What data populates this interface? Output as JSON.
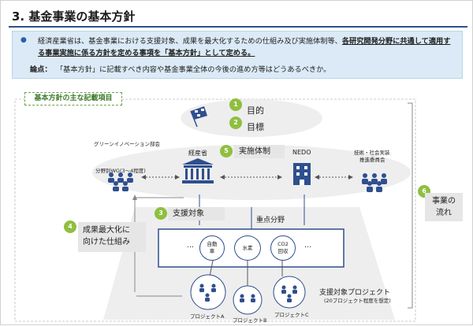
{
  "title": "3. 基金事業の基本方針",
  "summary": {
    "bullet": "●",
    "text_plain": "経済産業省は、基金事業における支援対象、成果を最大化するための仕組み及び実施体制等、",
    "text_bold": "各研究開発分野に共通して適用する事業実施に係る方針を定める事項を「基本方針」として定める。",
    "issue_label": "論点：",
    "issue_text": "「基本方針」に記載すべき内容や基金事業全体の今後の進め方等はどうあるべきか。"
  },
  "diagram": {
    "box_label": "基本方針の主な記載項目",
    "items": [
      {
        "num": "1",
        "label": "目的"
      },
      {
        "num": "2",
        "label": "目標"
      },
      {
        "num": "3",
        "label": "支援対象"
      },
      {
        "num": "4",
        "label": "成果最大化に向けた仕組み"
      },
      {
        "num": "5",
        "label": "実施体制"
      },
      {
        "num": "6",
        "label": "事業の流れ"
      }
    ],
    "item4_line1": "成果最大化に",
    "item4_line2": "向けた仕組み",
    "item6_line1": "事業の",
    "item6_line2": "流れ",
    "green_council": "グリーンイノベーション部会",
    "wg": "分野別WG(3〜4程度)",
    "meti": "経産省",
    "nedo": "NEDO",
    "committee_line1": "技術・社会実装",
    "committee_line2": "推進委員会",
    "priority": "重点分野",
    "nodes": {
      "auto": "自動\n車",
      "hydrogen": "水素",
      "co2": "CO2\n回収",
      "dots": "…"
    },
    "support_projects": "支援対象プロジェクト",
    "support_projects_note": "(20プロジェクト程度を想定)",
    "projects": [
      "プロジェクトA",
      "プロジェクトB",
      "プロジェクトC"
    ],
    "accent_color": "#2f4f8f",
    "green_color": "#8fbf3f"
  }
}
